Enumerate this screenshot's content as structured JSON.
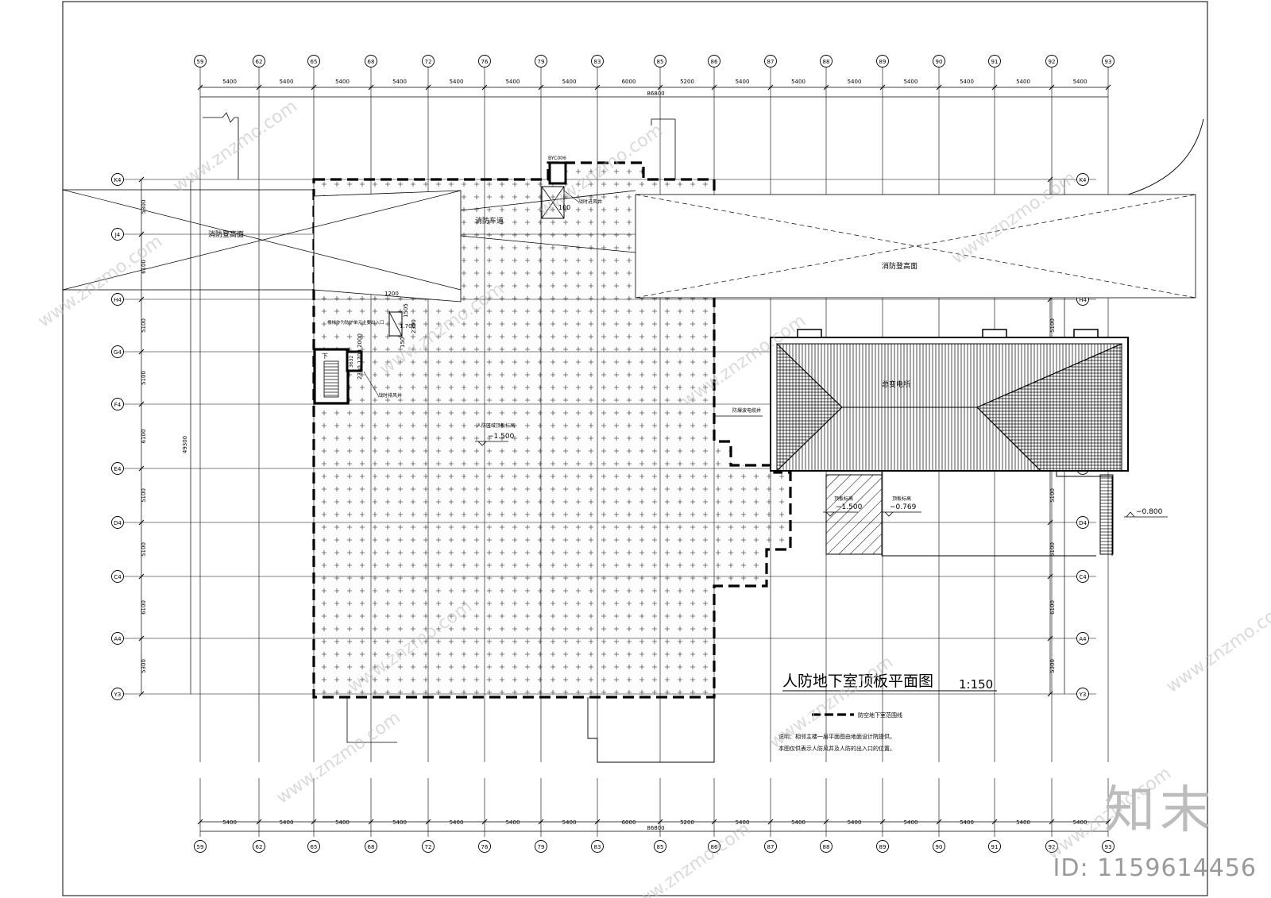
{
  "drawing": {
    "title": "人防地下室顶板平面图",
    "scale": "1:150",
    "legend_label": "防空地下室范围线",
    "notes": [
      "说明：相邻主楼一层平面图由地面设计院提供，",
      "本图仅供表示人防风井及人防的出入口的位置。"
    ]
  },
  "axes": {
    "columns": [
      "59",
      "62",
      "65",
      "68",
      "72",
      "76",
      "79",
      "83",
      "85",
      "86",
      "87",
      "88",
      "89",
      "90",
      "91",
      "92",
      "93"
    ],
    "col_spacings": [
      "5400",
      "5400",
      "5400",
      "5400",
      "5400",
      "5400",
      "5400",
      "6000",
      "5200",
      "5400",
      "5400",
      "5400",
      "5400",
      "5400",
      "5400",
      "5400"
    ],
    "col_total": "86800",
    "rows": [
      "K4",
      "J4",
      "H4",
      "G4",
      "F4",
      "E4",
      "D4",
      "C4",
      "A4",
      "Y3"
    ],
    "row_spacings": [
      "5300",
      "6100",
      "5100",
      "5100",
      "6100",
      "5100",
      "5100",
      "6100",
      "5300"
    ],
    "row_total": "49300"
  },
  "labels": {
    "fire_high_left": "消防登高面",
    "fire_lane": "消防车道",
    "fire_high_right": "消防登高面",
    "substation": "总变电所",
    "civil_defense_top_elev": "人防区域顶板标高",
    "elev_main": "−1.500",
    "elev_a": "−1.500",
    "elev_b": "−0.769",
    "elev_c": "−0.800",
    "bottom_elev_a": "顶板标高",
    "bottom_elev_b": "顶板标高",
    "shaft_top": "BYC006",
    "shaft_top_note": "战时进风井",
    "shaft_left_note": "战时排风井",
    "entrance_note": "楼梯作为防护单元主要出入口",
    "chamber_note": "防爆波电缆井",
    "dim_100": "100",
    "dim_1200": "1200",
    "dim_1505": "1505",
    "dim_1700": "1.700",
    "dim_2300": "2300",
    "dim_150": "150",
    "dim_stack": "2300 1700 2000",
    "down": "下",
    "stair_dim": "3632"
  },
  "watermark": {
    "site": "www.znzmo.com",
    "brand": "知末",
    "id": "ID: 1159614456"
  }
}
